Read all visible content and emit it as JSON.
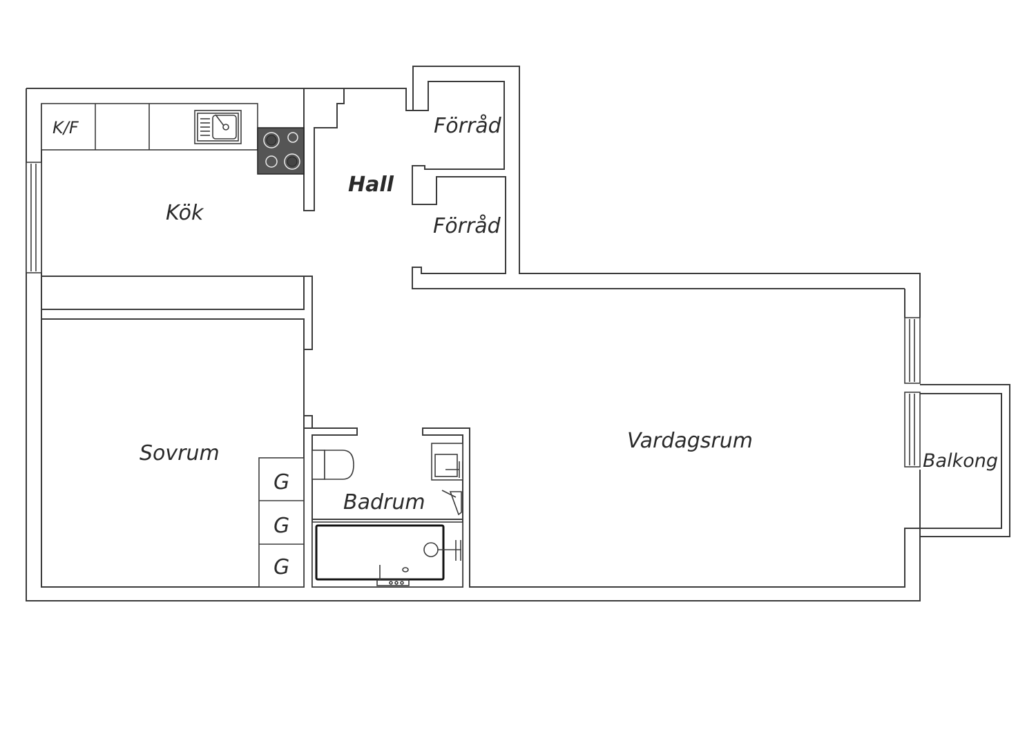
{
  "rooms": {
    "kok": "Kök",
    "hall": "Hall",
    "forrad_1": "Förråd",
    "forrad_2": "Förråd",
    "sovrum": "Sovrum",
    "badrum": "Badrum",
    "vardagsrum": "Vardagsrum",
    "balkong": "Balkong"
  },
  "fixtures": {
    "fridge_freezer": "K/F",
    "wardrobe_1": "G",
    "wardrobe_2": "G",
    "wardrobe_3": "G"
  },
  "colors": {
    "wall": "#3a3a3a",
    "stove": "#555555",
    "background": "#ffffff"
  }
}
